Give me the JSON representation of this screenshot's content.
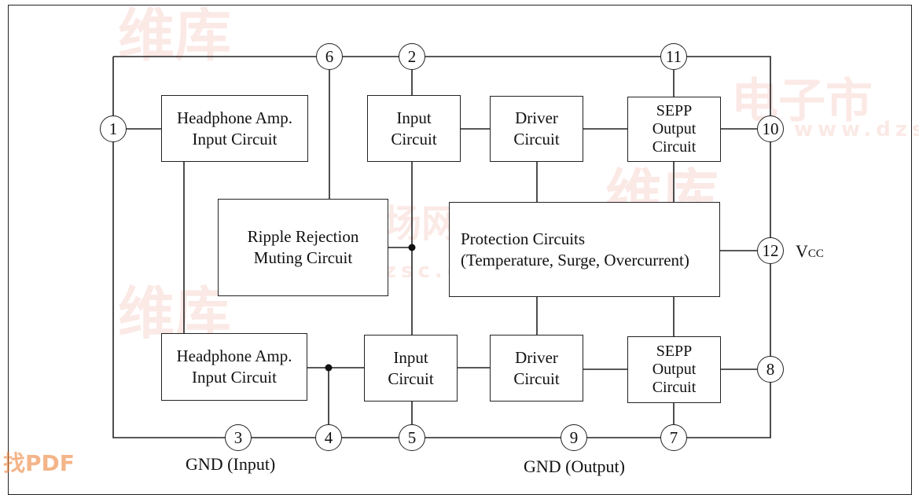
{
  "blocks": {
    "hp_amp_top": [
      "Headphone Amp.",
      "Input Circuit"
    ],
    "input_top": [
      "Input",
      "Circuit"
    ],
    "driver_top": [
      "Driver",
      "Circuit"
    ],
    "sepp_top": [
      "SEPP",
      "Output",
      "Circuit"
    ],
    "ripple": [
      "Ripple Rejection",
      "Muting Circuit"
    ],
    "protection": [
      "Protection Circuits",
      "(Temperature, Surge, Overcurrent)"
    ],
    "hp_amp_bottom": [
      "Headphone Amp.",
      "Input Circuit"
    ],
    "input_bottom": [
      "Input",
      "Circuit"
    ],
    "driver_bottom": [
      "Driver",
      "Circuit"
    ],
    "sepp_bottom": [
      "SEPP",
      "Output",
      "Circuit"
    ]
  },
  "pins": {
    "p1": "1",
    "p2": "2",
    "p3": "3",
    "p4": "4",
    "p5": "5",
    "p6": "6",
    "p7": "7",
    "p8": "8",
    "p9": "9",
    "p10": "10",
    "p11": "11",
    "p12": "12"
  },
  "labels": {
    "gnd_input": "GND (Input)",
    "gnd_output": "GND (Output)",
    "vcc_main": "V",
    "vcc_sub": "CC"
  },
  "watermark": {
    "chars": "维库",
    "chars2": "电子市",
    "chars3": "市场网",
    "url": "www.dzsc.com",
    "badge": "找PDF"
  }
}
